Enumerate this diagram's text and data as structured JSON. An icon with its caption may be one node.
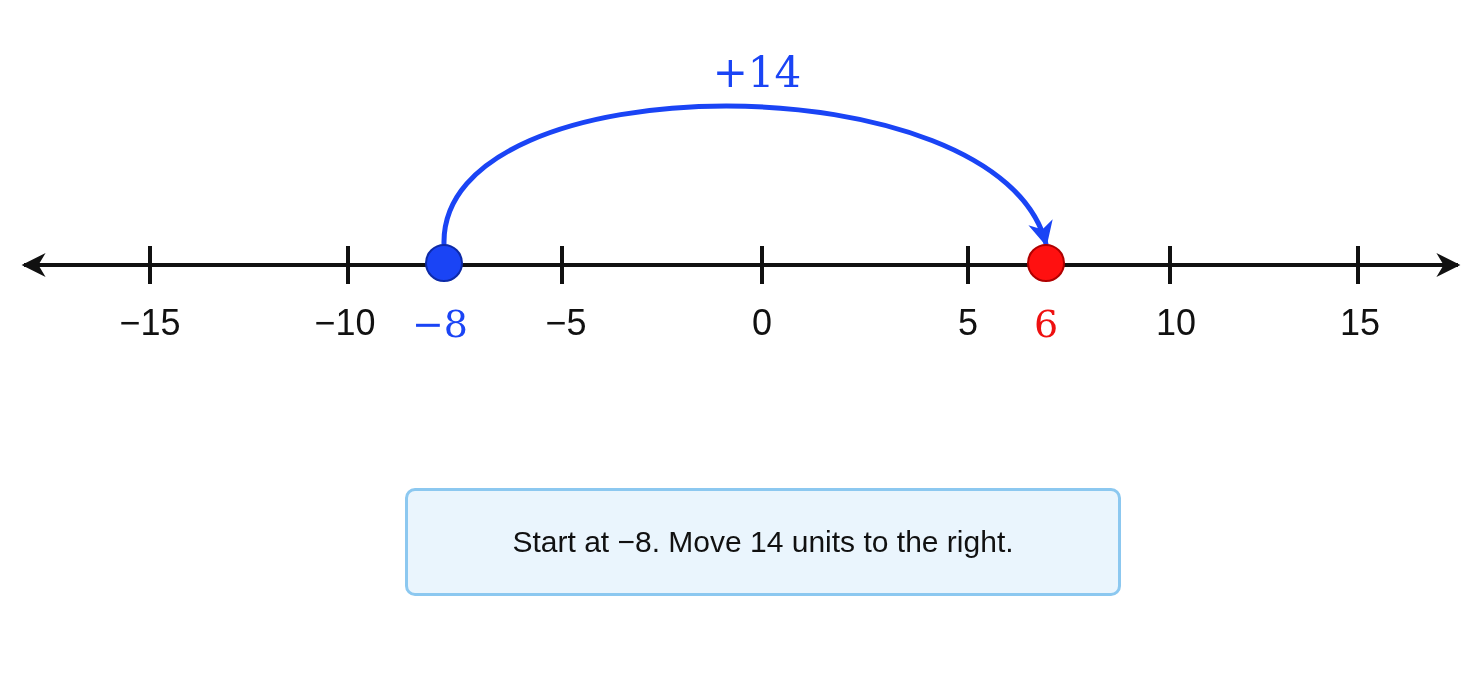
{
  "diagram": {
    "nodes": [
      {
        "text": [],
        "shape": "circle",
        "beside": [
          "−8"
        ]
      },
      {
        "text": [],
        "shape": "circle",
        "beside": [
          "6"
        ]
      },
      {
        "text": [
          "Start at −8. Move 14 units to the right."
        ]
      }
    ],
    "edges": [
      {
        "from": 0,
        "to": 1,
        "arrow": "to",
        "label": "+14",
        "color": "#1a44f5"
      }
    ],
    "labels": [
      "−15",
      "−10",
      "−5",
      "0",
      "5",
      "10",
      "15"
    ]
  }
}
